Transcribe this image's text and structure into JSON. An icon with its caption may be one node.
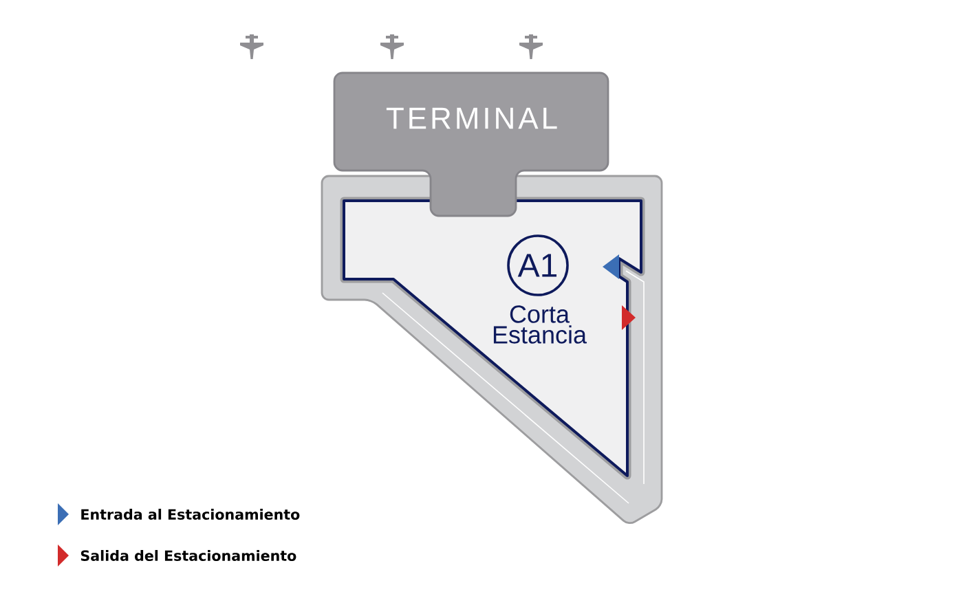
{
  "diagram": {
    "nodes": [
      {
        "text": [
          "TERMINAL"
        ]
      },
      {
        "text": [
          "Corta Estancia"
        ]
      },
      {
        "text": [
          "A1"
        ],
        "in": 1
      }
    ],
    "legend": [
      {
        "text": "Entrada al Estacionamiento",
        "color": "#3b6eb5"
      },
      {
        "text": "Salida del Estacionamiento",
        "color": "#d22b2b"
      }
    ]
  }
}
